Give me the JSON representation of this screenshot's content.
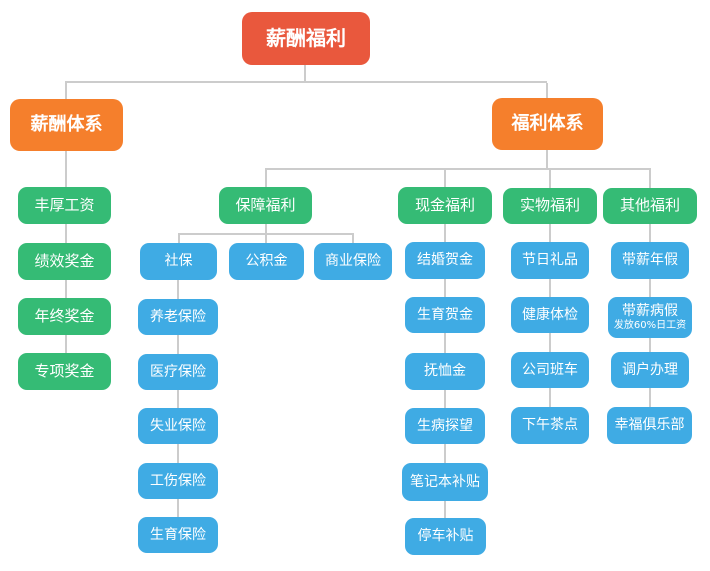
{
  "colors": {
    "root": "#E9583D",
    "branch": "#F57F2C",
    "group": "#35BB75",
    "leaf": "#3FABE4",
    "connector": "#CCCCCC",
    "text": "#FFFFFF"
  },
  "tree": {
    "root": {
      "label": "薪酬福利"
    },
    "salary": {
      "label": "薪酬体系",
      "items": [
        "丰厚工资",
        "绩效奖金",
        "年终奖金",
        "专项奖金"
      ]
    },
    "welfare": {
      "label": "福利体系",
      "security": {
        "label": "保障福利",
        "items": [
          "社保",
          "公积金",
          "商业保险"
        ],
        "social_items": [
          "养老保险",
          "医疗保险",
          "失业保险",
          "工伤保险",
          "生育保险"
        ]
      },
      "cash": {
        "label": "现金福利",
        "items": [
          "结婚贺金",
          "生育贺金",
          "抚恤金",
          "生病探望",
          "笔记本补贴",
          "停车补贴"
        ]
      },
      "physical": {
        "label": "实物福利",
        "items": [
          "节日礼品",
          "健康体检",
          "公司班车",
          "下午茶点"
        ]
      },
      "other": {
        "label": "其他福利",
        "items": [
          "带薪年假",
          "带薪病假",
          "调户办理",
          "幸福俱乐部"
        ],
        "sick_leave_note": "发放60%日工资"
      }
    }
  }
}
